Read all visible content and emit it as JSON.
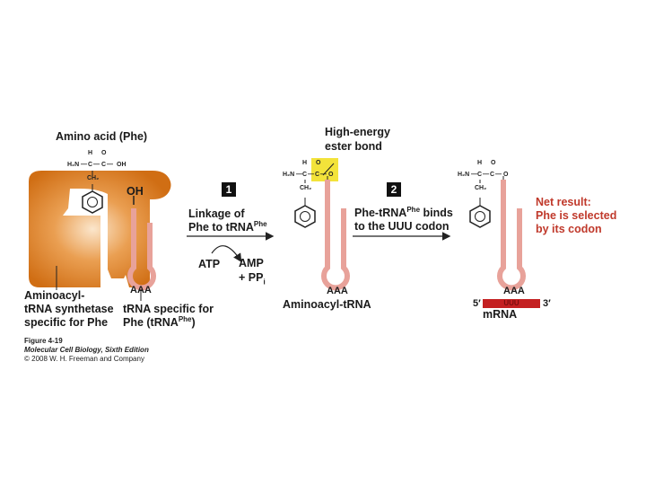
{
  "colors": {
    "enzyme": "#d87a1e",
    "trna": "#e8a29a",
    "mrna": "#c42021",
    "highlight": "#f3e33a",
    "text": "#1a1a1a",
    "net_result": "#c0392b"
  },
  "labels": {
    "amino_acid": "Amino acid (Phe)",
    "oh": "OH",
    "high_energy_1": "High-energy",
    "high_energy_2": "ester bond",
    "step1": "1",
    "step2": "2",
    "linkage_1": "Linkage of",
    "linkage_2": "Phe to tRNA",
    "linkage_sup": "Phe",
    "atp": "ATP",
    "amp": "AMP",
    "ppi": "+ PP",
    "ppi_sub": "i",
    "phe_trna_1": "Phe-tRNA",
    "phe_trna_sup": "Phe",
    "phe_trna_2": " binds",
    "phe_trna_3": "to the UUU codon",
    "net_1": "Net result:",
    "net_2": "Phe is selected",
    "net_3": "by its codon",
    "aaa_1": "AAA",
    "aaa_2": "AAA",
    "aaa_3": "AAA",
    "synth_1": "Aminoacyl-",
    "synth_2": "tRNA synthetase",
    "synth_3": "specific for Phe",
    "trna_spec_1": "tRNA specific for",
    "trna_spec_2": "Phe (tRNA",
    "trna_spec_sup": "Phe",
    "trna_spec_end": ")",
    "aminoacyl_trna": "Aminoacyl-tRNA",
    "five_prime": "5′",
    "three_prime": "3′",
    "uuu": "UUU",
    "mrna": "mRNA"
  },
  "chem": {
    "h": "H",
    "o": "O",
    "h2n": "H₂N",
    "c": "C",
    "oh": "OH",
    "ch2": "CH₂"
  },
  "caption": {
    "figure": "Figure 4-19",
    "book": "Molecular Cell Biology, Sixth Edition",
    "copyright": "© 2008 W. H. Freeman and Company"
  }
}
